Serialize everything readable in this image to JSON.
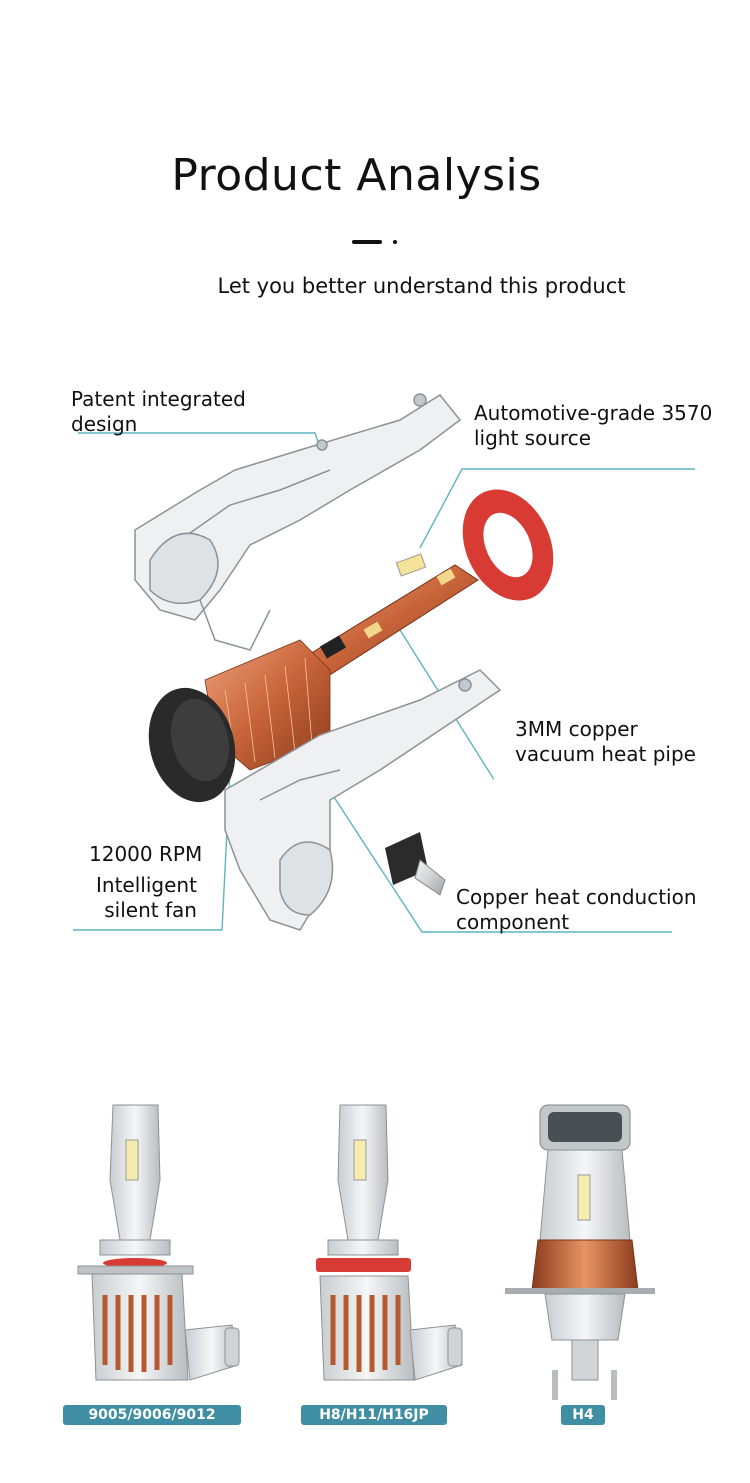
{
  "header": {
    "title": "Product Analysis",
    "subtitle": "Let you better understand this product"
  },
  "callouts": {
    "patent_line1": "Patent integrated",
    "patent_line2": "design",
    "light_line1": "Automotive-grade 3570",
    "light_line2": "light source",
    "heatpipe_line1": "3MM copper",
    "heatpipe_line2": "vacuum heat pipe",
    "fan_rpm": "12000 RPM",
    "fan_line1": "Intelligent",
    "fan_line2": "silent fan",
    "copper_line1": "Copper heat conduction",
    "copper_line2": "component"
  },
  "models": [
    {
      "label": "9005/9006/9012"
    },
    {
      "label": "H8/H11/H16JP"
    },
    {
      "label": "H4"
    }
  ],
  "colors": {
    "leader_line": "#5fb4c2",
    "badge": "#3f8ea4",
    "copper": "#c8643a",
    "ring": "#d83a34"
  }
}
